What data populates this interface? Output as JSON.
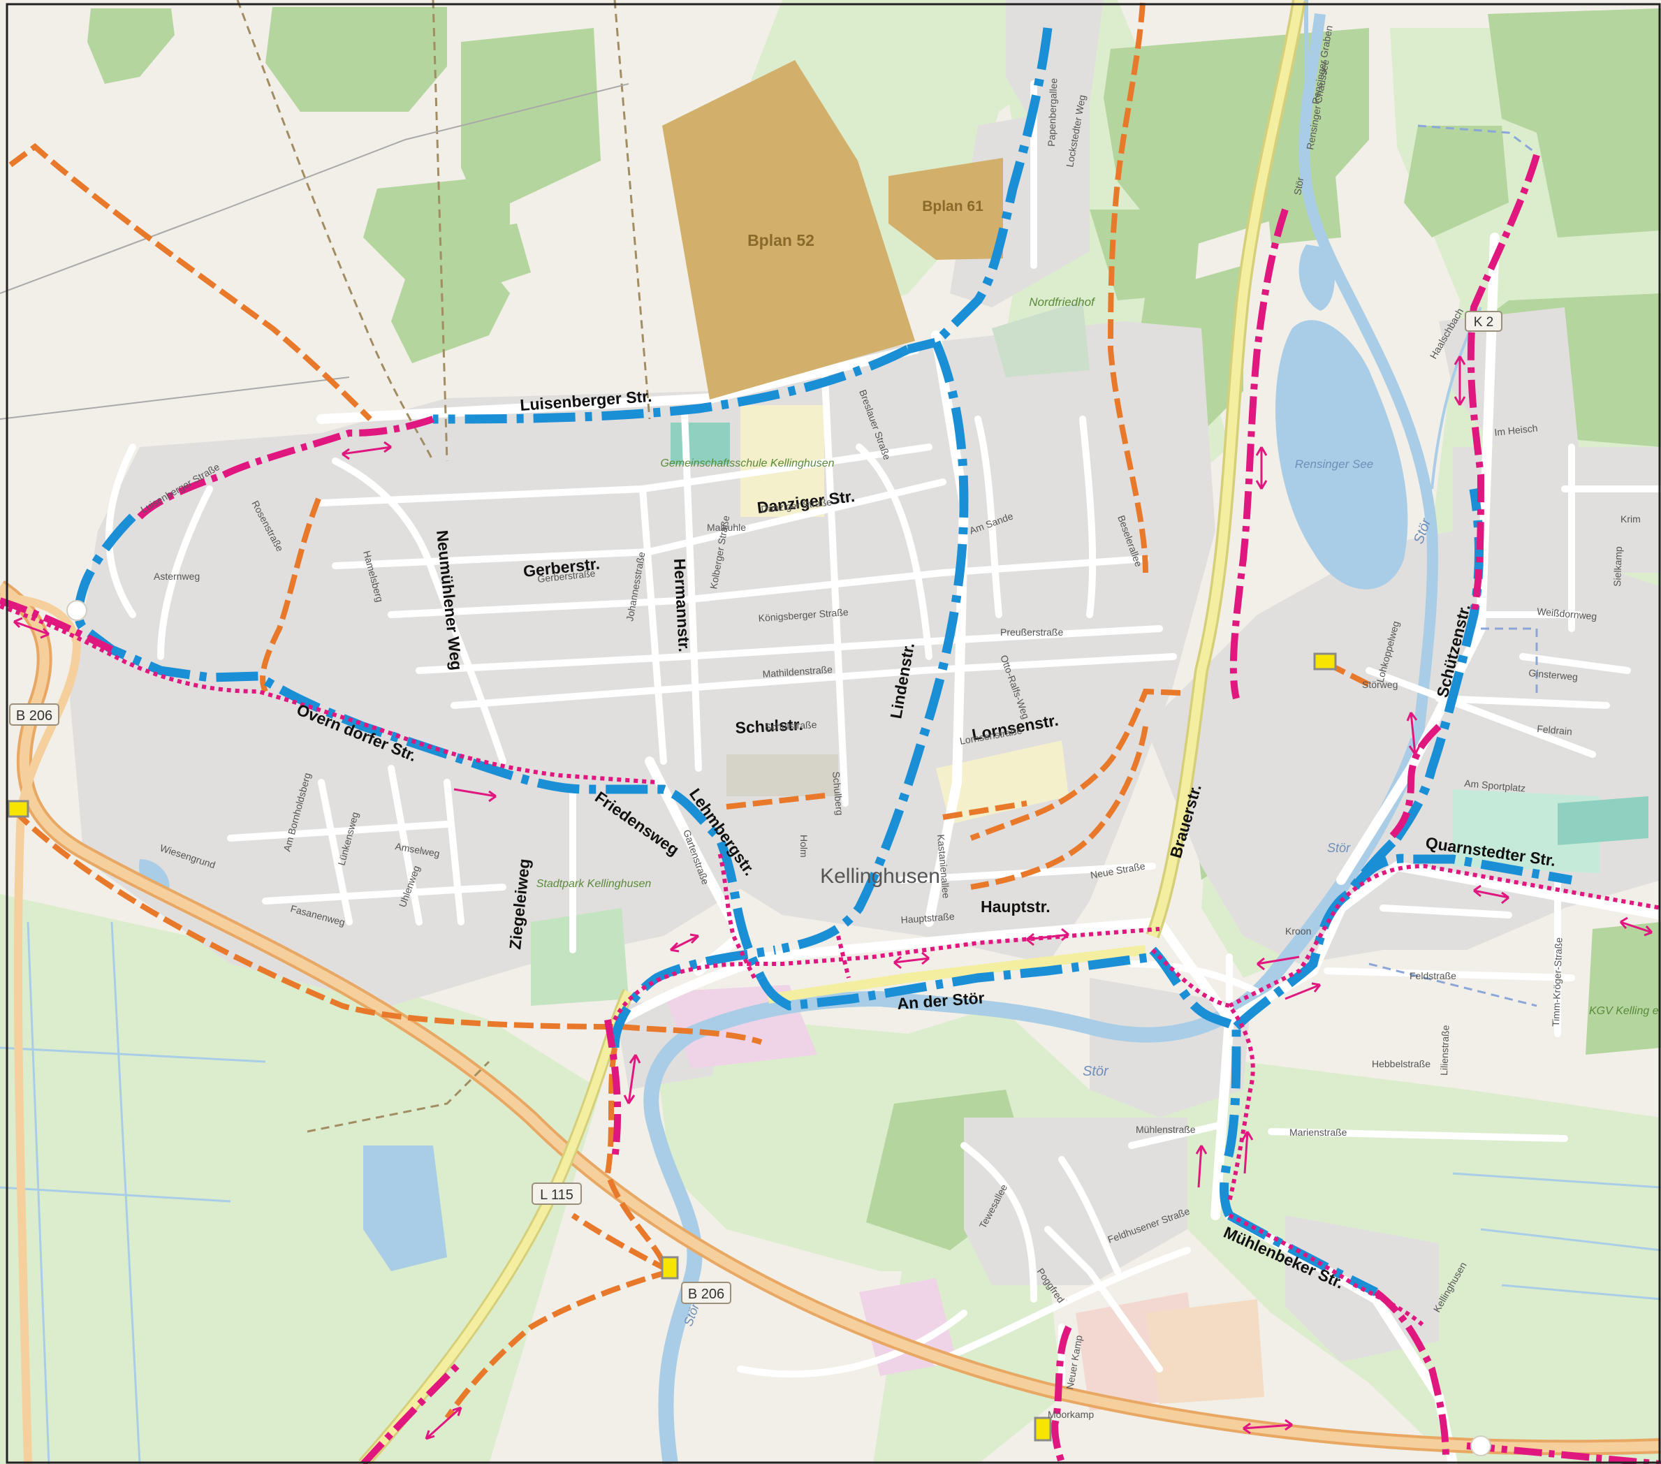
{
  "map": {
    "town_label": "Kellinghusen",
    "areas": {
      "bplan52": "Bplan 52",
      "bplan61": "Bplan 61",
      "school": "Gemeinschaftsschule Kellinghusen",
      "cemetery": "Nordfriedhof",
      "park": "Stadtpark Kellinghusen",
      "lake": "Rensinger See",
      "kgv": "KGV Kelling e.V. Vorbr"
    },
    "road_shields": [
      "B 206",
      "L 115",
      "B 206",
      "K 2"
    ],
    "main_street_labels": [
      "Luisenberger Str.",
      "Danziger Str.",
      "Gerberstr.",
      "Neumühlener Weg",
      "Hermannstr.",
      "Lindenstr.",
      "Schulstr.",
      "Lornsenstr.",
      "Overn dorfer Str.",
      "Friedensweg",
      "Lehmbergstr.",
      "Ziegeleiweg",
      "Hauptstr.",
      "An der  Stör",
      "Brauerstr.",
      "Schützenstr.",
      "Quarnstedter Str.",
      "Mühlenbeker Str."
    ],
    "minor_street_labels": [
      "Luisenberger Straße",
      "Rosenstraße",
      "Asternweg",
      "Hamelsberg",
      "Breslauer Straße",
      "Danziger Straße",
      "Gerberstraße",
      "Maikuhle",
      "Königsberger Straße",
      "Mathildenstraße",
      "Schulstraße",
      "Preußerstraße",
      "Am Sande",
      "Beselerallee",
      "Papenbergallee",
      "Lornsenstraße",
      "Otto-Ralfs-Weg",
      "Kastanienallee",
      "Neue Straße",
      "Hauptstraße",
      "Am Bornholdsberg",
      "Lünkensweg",
      "Amselweg",
      "Uhlenweg",
      "Fasanenweg",
      "Wiesengrund",
      "Mühlenstraße",
      "Marienstraße",
      "Tewesallee",
      "Poggfred",
      "Feldhusener Straße",
      "Neuer Kamp",
      "Moorkamp",
      "Feldstraße",
      "Hebbelstraße",
      "Lilienstraße",
      "Timm-Kröger-Straße",
      "Lohkoppelweg",
      "Weißdornweg",
      "Ginsterweg",
      "Feldrain",
      "Am Sportplatz",
      "Im Heisch",
      "Sielkamp",
      "Rensinger Chaussee",
      "Rensinger Graben",
      "Haalschbach",
      "Stör",
      "Holm",
      "Gartenstraße",
      "Kolberger Straße",
      "Johannesstraße",
      "Schulberg",
      "Lockstedter Weg",
      "Kroon",
      "Kellinghusen",
      "Krim",
      "Störweg"
    ],
    "water_labels": [
      "Stör",
      "Stör",
      "Stör",
      "Stör"
    ],
    "legend_colors": {
      "blue_route": "#1a8fd6",
      "magenta_route": "#e0177f",
      "orange_route": "#e8792a",
      "marker_yellow": "#f7e400",
      "bplan_fill": "#d2b06b",
      "road_yellow": "#f3eea0",
      "road_orange": "#f0c48e",
      "water": "#a9cde6",
      "forest": "#b2d49c",
      "meadow": "#dbeccd",
      "residential": "#e1dfde"
    }
  }
}
